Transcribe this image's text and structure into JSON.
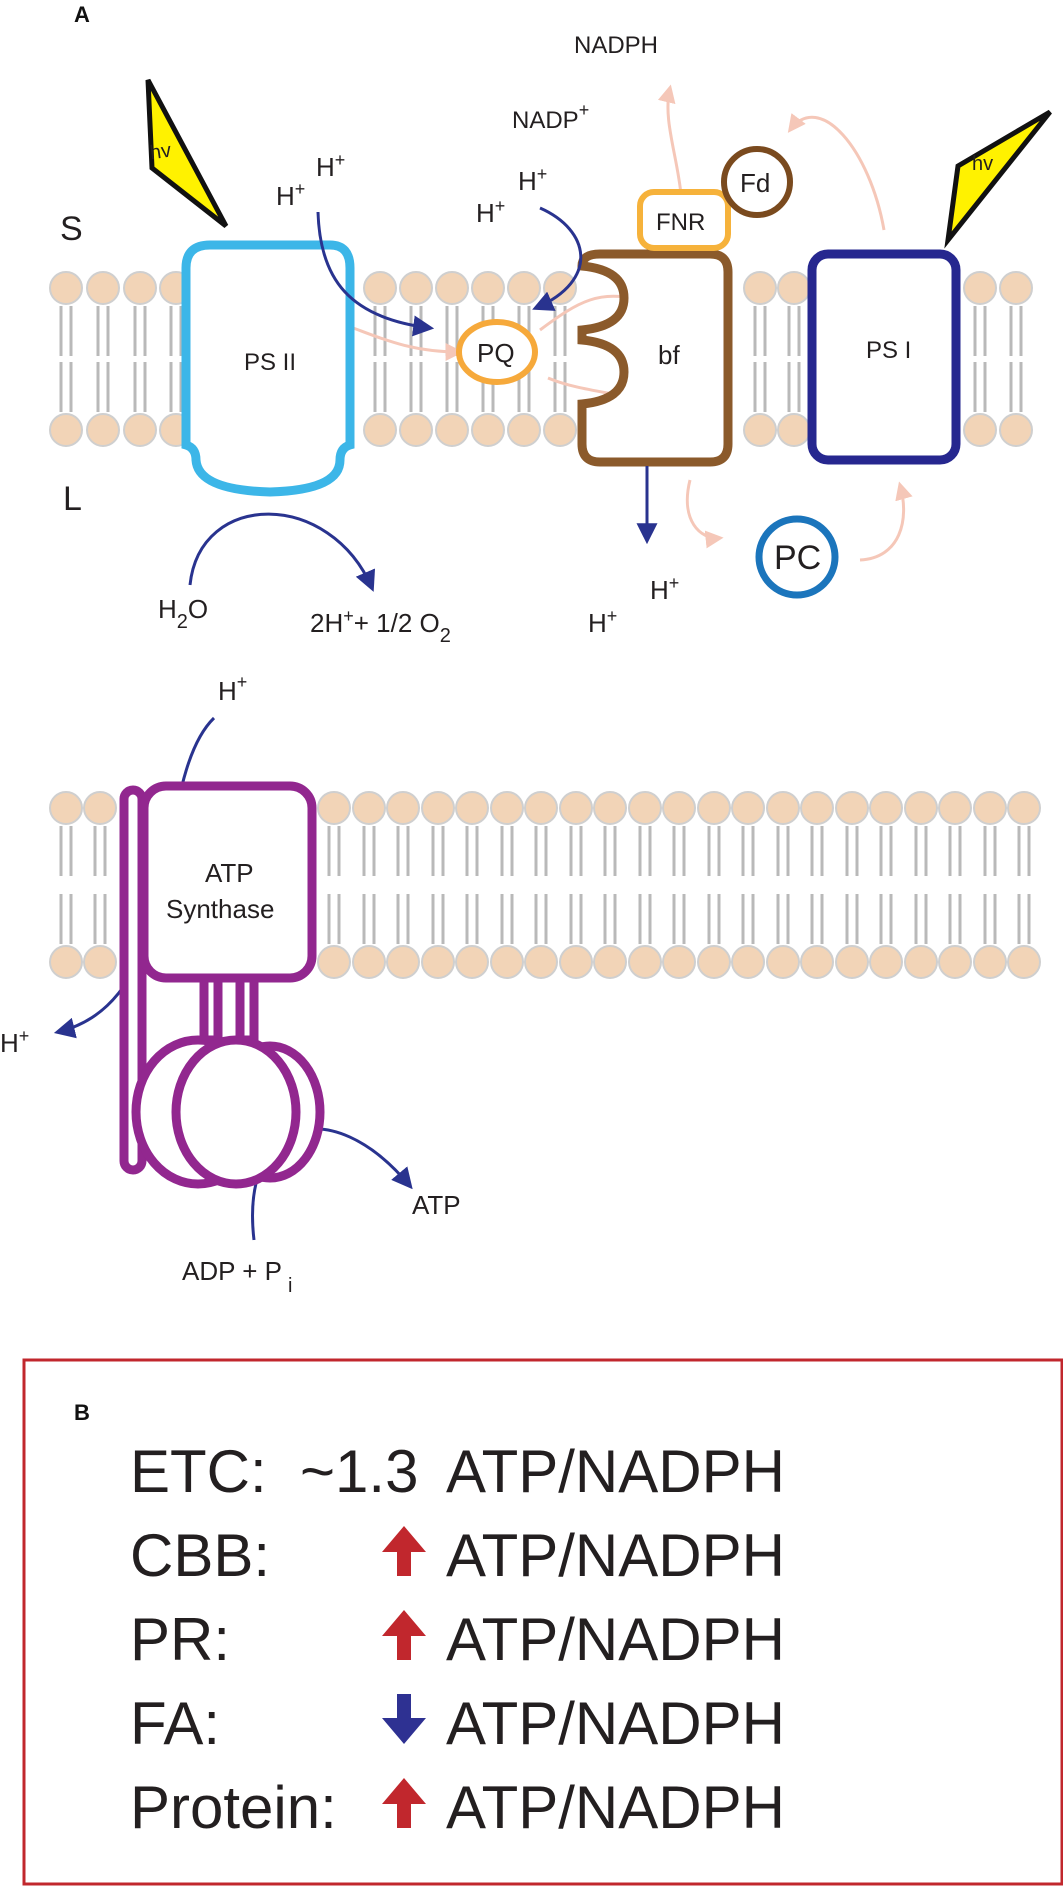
{
  "panel_a": {
    "letter": "A",
    "side_stroma": "S",
    "side_lumen": "L",
    "hv_left": "hv",
    "hv_right": "hv",
    "ps2": "PS II",
    "pq": "PQ",
    "bf": "bf",
    "fnr": "FNR",
    "fd": "Fd",
    "ps1": "PS I",
    "pc": "PC",
    "nadph": "NADPH",
    "nadp": "NADP",
    "h": "H",
    "plus": "+",
    "h2o_h": "H",
    "h2o_2": "2",
    "h2o_o": "O",
    "o2_prefix": "2H",
    "o2_mid": "+ 1/2 O",
    "o2_sub": "2",
    "atp_synthase_1": "ATP",
    "atp_synthase_2": "Synthase",
    "atp": "ATP",
    "adp": "ADP + P",
    "pi_sub": "i"
  },
  "panel_b": {
    "letter": "B",
    "rows": [
      {
        "label": "ETC:",
        "value": "~1.3",
        "unit": "ATP/NADPH",
        "arrow": "none"
      },
      {
        "label": "CBB:",
        "value": "",
        "unit": "ATP/NADPH",
        "arrow": "up"
      },
      {
        "label": "PR:",
        "value": "",
        "unit": "ATP/NADPH",
        "arrow": "up"
      },
      {
        "label": "FA:",
        "value": "",
        "unit": "ATP/NADPH",
        "arrow": "down"
      },
      {
        "label": "Protein:",
        "value": "",
        "unit": "ATP/NADPH",
        "arrow": "up"
      }
    ]
  },
  "colors": {
    "ps2": "#3cb6e8",
    "pq": "#f6a93b",
    "bf": "#8b5a2b",
    "fnr": "#f6b23b",
    "fd": "#7a4a1e",
    "ps1": "#26278f",
    "pc": "#1b75bc",
    "atp_synthase": "#92278f",
    "flow_arrow": "#29338f",
    "electron_path": "#f5c7b8",
    "hv_fill": "#fff200",
    "box_border": "#c1272d",
    "up_arrow": "#c1272d",
    "down_arrow": "#2e3192"
  }
}
